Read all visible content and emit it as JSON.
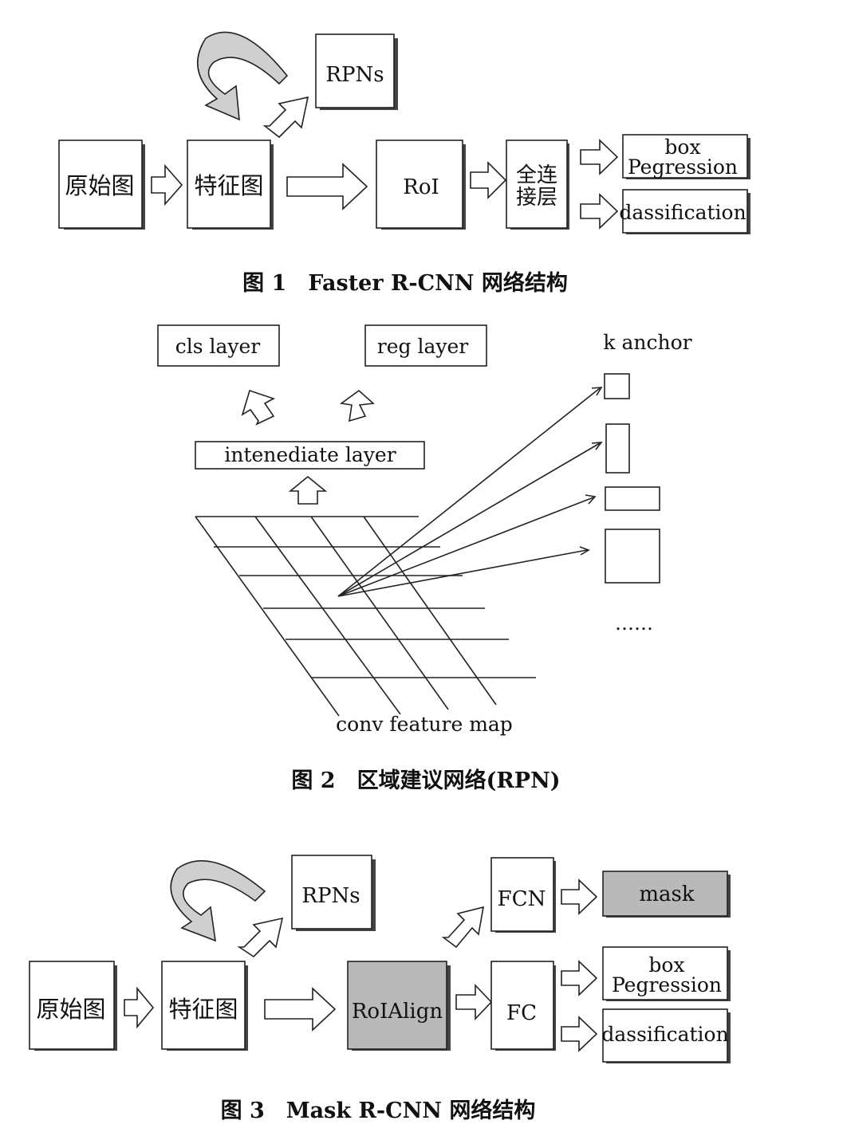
{
  "figure1": {
    "caption": "图 1　Faster R-CNN 网络结构",
    "nodes": {
      "input": "原始图",
      "feature": "特征图",
      "rpn": "RPNs",
      "roi": "RoI",
      "fc_line1": "全连",
      "fc_line2": "接层",
      "box_line1": "box",
      "box_line2": "Pegression",
      "cls": "dassification"
    }
  },
  "figure2": {
    "caption": "图 2　区域建议网络(RPN)",
    "nodes": {
      "cls_layer": "cls layer",
      "reg_layer": "reg layer",
      "intermediate": "intenediate layer",
      "anchor_title": "k anchor",
      "ellipsis": "……",
      "feature_map": "conv feature map"
    }
  },
  "figure3": {
    "caption": "图 3　Mask R-CNN 网络结构",
    "nodes": {
      "input": "原始图",
      "feature": "特征图",
      "rpn": "RPNs",
      "roialign": "RoIAlign",
      "fcn": "FCN",
      "fc": "FC",
      "mask": "mask",
      "box_line1": "box",
      "box_line2": "Pegression",
      "cls": "dassification"
    }
  },
  "colors": {
    "highlight_fill": "#b9b9b9",
    "stroke": "#222222"
  }
}
